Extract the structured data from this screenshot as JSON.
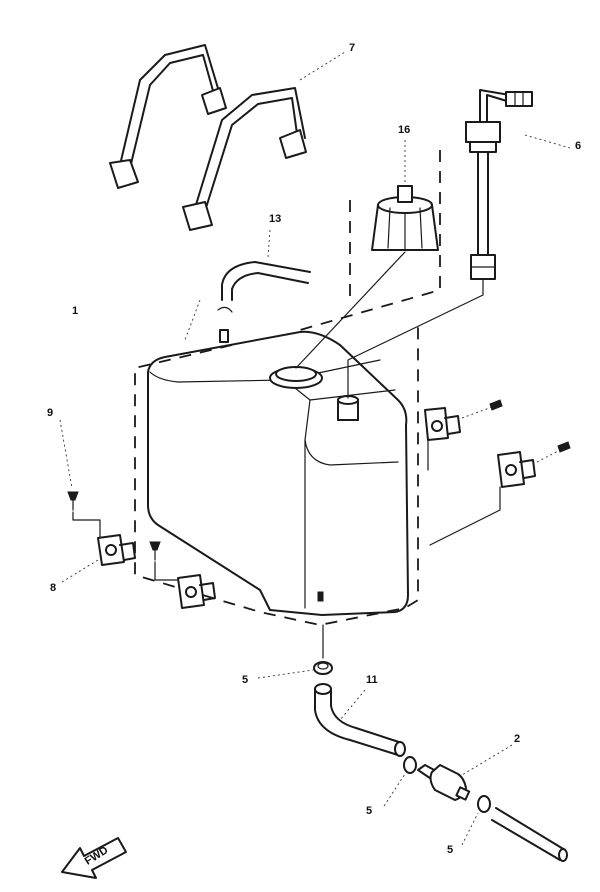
{
  "callouts": [
    {
      "id": "c1",
      "text": "1"
    },
    {
      "id": "c2",
      "text": "2"
    },
    {
      "id": "c5a",
      "text": "5"
    },
    {
      "id": "c5b",
      "text": "5"
    },
    {
      "id": "c5c",
      "text": "5"
    },
    {
      "id": "c6",
      "text": "6"
    },
    {
      "id": "c7",
      "text": "7"
    },
    {
      "id": "c8",
      "text": "8"
    },
    {
      "id": "c9",
      "text": "9"
    },
    {
      "id": "c11",
      "text": "11"
    },
    {
      "id": "c13",
      "text": "13"
    },
    {
      "id": "c16",
      "text": "16"
    }
  ],
  "direction_arrow": {
    "label": "FWD",
    "icon": "fwd-arrow-icon"
  }
}
